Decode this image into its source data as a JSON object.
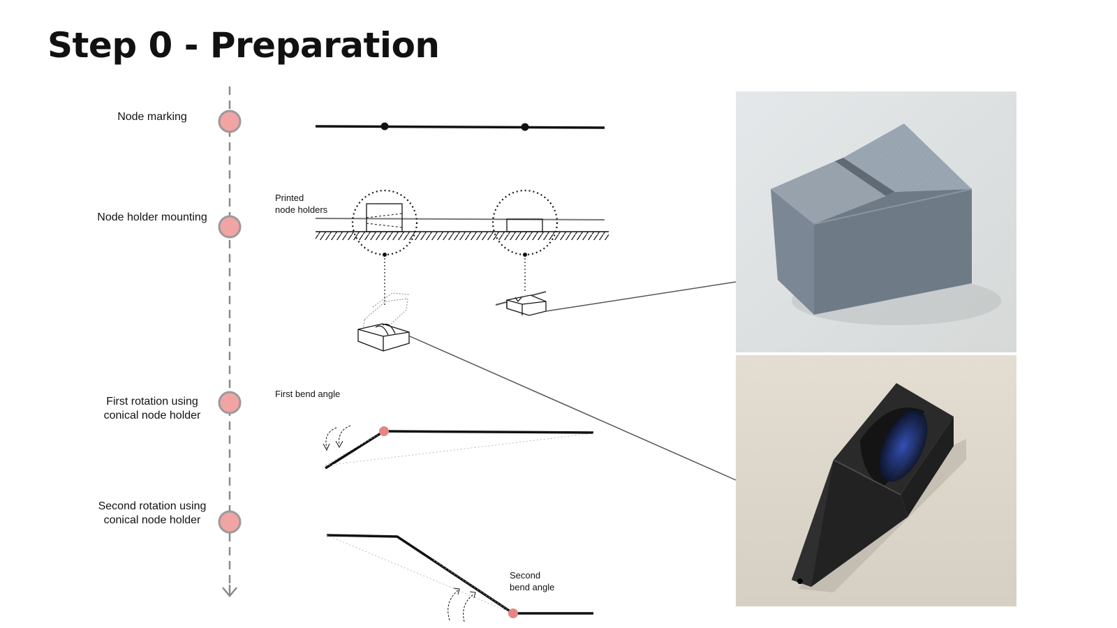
{
  "page": {
    "title": "Step 0 - Preparation"
  },
  "steps": [
    {
      "label": "Node marking"
    },
    {
      "label": "Node holder mounting"
    },
    {
      "label": "First rotation using\nconical node holder"
    },
    {
      "label": "Second rotation using\nconical node holder"
    }
  ],
  "annotations": {
    "printed_node_holders": "Printed\nnode holders",
    "first_bend_angle": "First bend angle",
    "second_bend_angle": "Second\nbend angle"
  },
  "photos": [
    {
      "subject": "grey-printed-node-holder-block",
      "color": "#8e9aa6"
    },
    {
      "subject": "black-conical-node-holder",
      "color": "#1b1b1b"
    }
  ],
  "colors": {
    "node_marker": "#f2a4a4",
    "node_marker_ring": "#9a9a9a",
    "timeline": "#8a8a8a",
    "line": "#111111"
  }
}
